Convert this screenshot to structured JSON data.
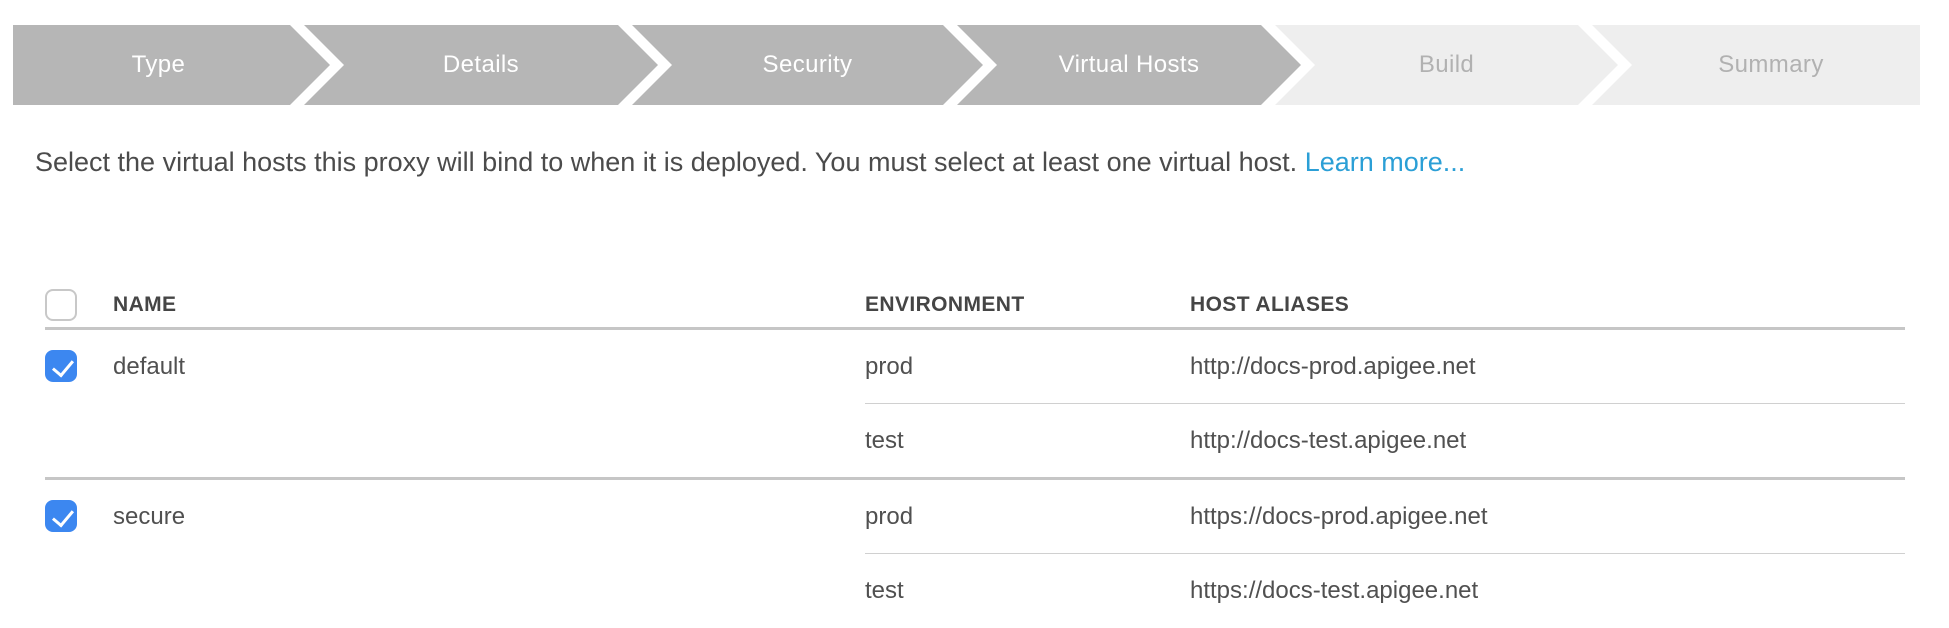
{
  "wizard": {
    "steps": [
      {
        "label": "Type",
        "state": "active"
      },
      {
        "label": "Details",
        "state": "active"
      },
      {
        "label": "Security",
        "state": "active"
      },
      {
        "label": "Virtual Hosts",
        "state": "active"
      },
      {
        "label": "Build",
        "state": "inactive"
      },
      {
        "label": "Summary",
        "state": "inactive"
      }
    ]
  },
  "description": {
    "text": "Select the virtual hosts this proxy will bind to when it is deployed. You must select at least one virtual host. ",
    "link_label": "Learn more..."
  },
  "table": {
    "headers": {
      "name": "NAME",
      "environment": "ENVIRONMENT",
      "host_aliases": "HOST ALIASES"
    },
    "select_all_checked": false,
    "rows": [
      {
        "name": "default",
        "checked": true,
        "environments": [
          {
            "environment": "prod",
            "host_alias": "http://docs-prod.apigee.net"
          },
          {
            "environment": "test",
            "host_alias": "http://docs-test.apigee.net"
          }
        ]
      },
      {
        "name": "secure",
        "checked": true,
        "environments": [
          {
            "environment": "prod",
            "host_alias": "https://docs-prod.apigee.net"
          },
          {
            "environment": "test",
            "host_alias": "https://docs-test.apigee.net"
          }
        ]
      }
    ]
  },
  "colors": {
    "step_active_bg": "#b6b6b6",
    "step_active_text": "#ffffff",
    "step_inactive_bg": "#eeeeee",
    "step_inactive_text": "#b1b1b1",
    "link_blue": "#2b9fd6",
    "checkbox_checked_blue": "#3c87f0",
    "body_text": "#4b4b4b",
    "cell_text": "#505050",
    "divider": "#c6c6c6"
  }
}
